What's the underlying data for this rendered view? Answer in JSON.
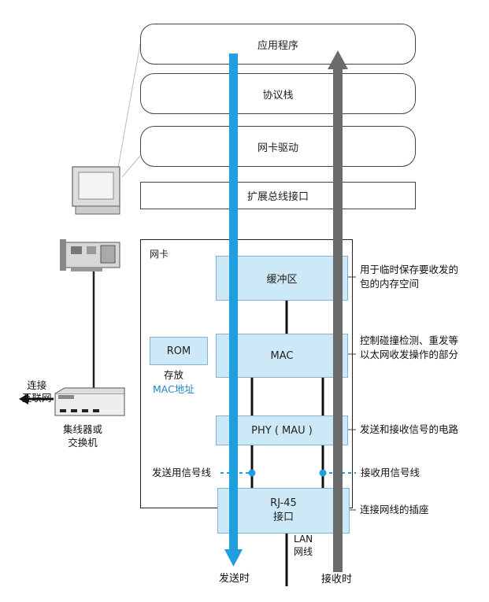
{
  "layers": {
    "application": "应用程序",
    "protocol_stack": "协议栈",
    "nic_driver": "网卡驱动",
    "bus_interface": "扩展总线接口"
  },
  "nic": {
    "label": "网卡",
    "buffer": "缓冲区",
    "mac": "MAC",
    "rom": "ROM",
    "rom_note_line1": "存放",
    "rom_note_line2": "MAC地址",
    "phy": "PHY ( MAU )",
    "rj45_line1": "RJ-45",
    "rj45_line2": "接口"
  },
  "annotations": {
    "buffer_desc_1": "用于临时保存要收发的",
    "buffer_desc_2": "包的内存空间",
    "mac_desc_1": "控制碰撞检测、重发等",
    "mac_desc_2": "以太网收发操作的部分",
    "phy_desc": "发送和接收信号的电路",
    "send_signal": "发送用信号线",
    "recv_signal": "接收用信号线",
    "rj45_desc": "连接网线的插座",
    "lan_1": "LAN",
    "lan_2": "网线",
    "send_time": "发送时",
    "recv_time": "接收时"
  },
  "devices": {
    "internet_1": "连接",
    "internet_2": "互联网",
    "hub_1": "集线器或",
    "hub_2": "交换机"
  },
  "colors": {
    "send_arrow": "#1f9fe0",
    "recv_arrow": "#6b6b6b",
    "block_fill": "#cde8f6",
    "accent_text": "#1f86c6"
  }
}
